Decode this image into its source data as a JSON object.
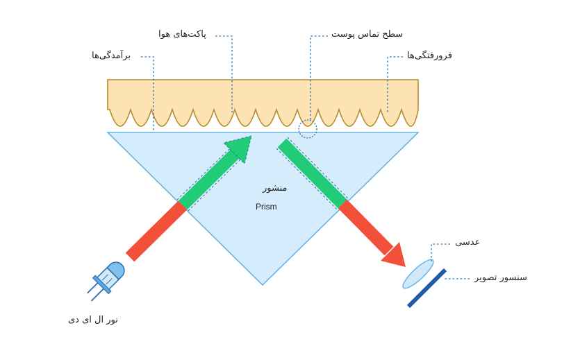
{
  "labels": {
    "air_pockets": "پاکت‌های هوا",
    "skin_contact": "سطح تماس پوست",
    "ridges": "برآمدگی‌ها",
    "valleys": "فرورفتگی‌ها",
    "prism_fa": "منشور",
    "prism_en": "Prism",
    "lens": "عدسی",
    "image_sensor": "سنسور تصویر",
    "led_light": "نور ال ای دی"
  },
  "colors": {
    "skin_fill": "#fde2b3",
    "skin_stroke": "#b78b26",
    "prism_fill": "#d4ecfb",
    "prism_stroke": "#6ab4e4",
    "beam_red": "#f2503a",
    "beam_green": "#22cc77",
    "leader": "#2a6fb0",
    "sensor": "#1f5aa6",
    "led": "#5aa9e6"
  },
  "icons": [
    "led-icon",
    "lens-icon",
    "image-sensor-icon"
  ]
}
